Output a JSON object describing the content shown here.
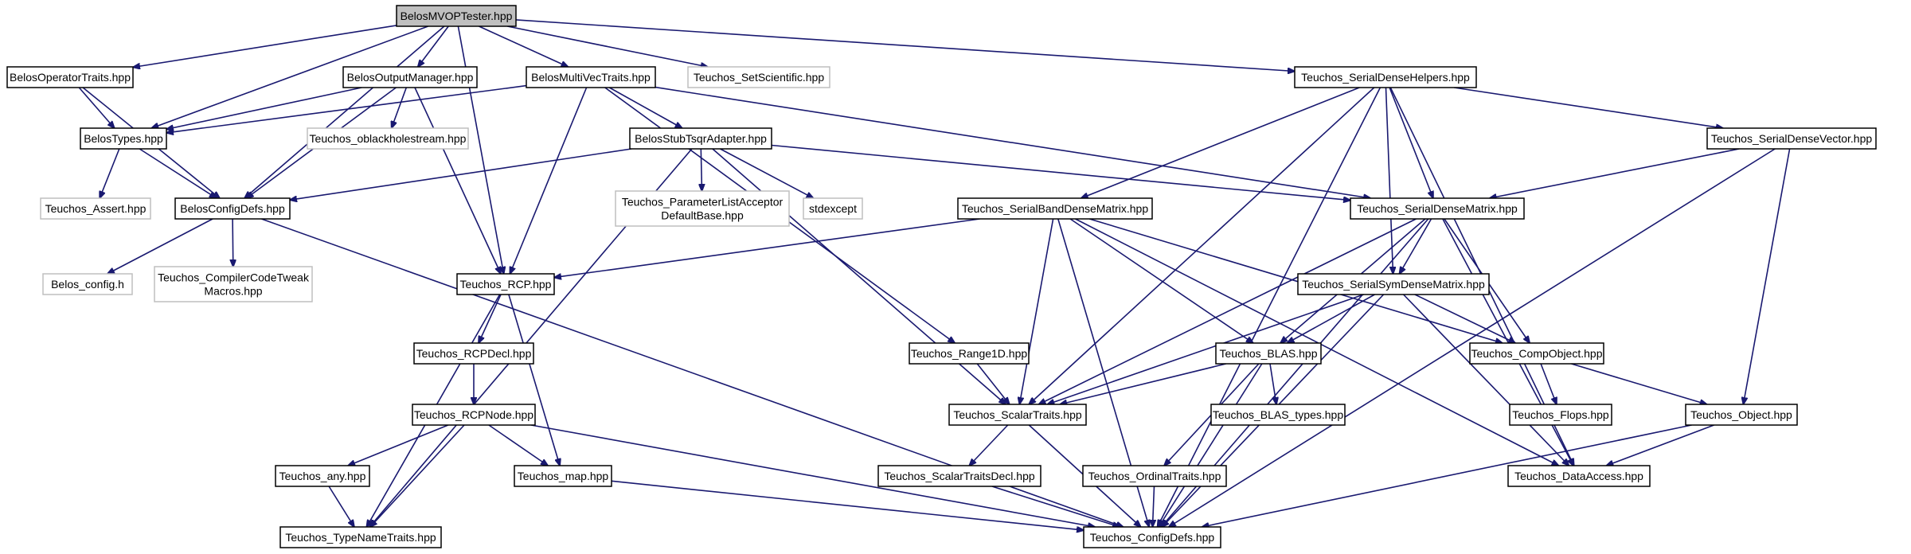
{
  "nodes": [
    {
      "id": "root",
      "lines": [
        "BelosMVOPTester.hpp"
      ],
      "style": "root"
    },
    {
      "id": "optraits",
      "lines": [
        "BelosOperatorTraits.hpp"
      ],
      "style": "normal"
    },
    {
      "id": "outmgr",
      "lines": [
        "BelosOutputManager.hpp"
      ],
      "style": "normal"
    },
    {
      "id": "mvtraits",
      "lines": [
        "BelosMultiVecTraits.hpp"
      ],
      "style": "normal"
    },
    {
      "id": "setsci",
      "lines": [
        "Teuchos_SetScientific.hpp"
      ],
      "style": "ext"
    },
    {
      "id": "sdhelpers",
      "lines": [
        "Teuchos_SerialDenseHelpers.hpp"
      ],
      "style": "normal"
    },
    {
      "id": "belostypes",
      "lines": [
        "BelosTypes.hpp"
      ],
      "style": "normal"
    },
    {
      "id": "oblack",
      "lines": [
        "Teuchos_oblackholestream.hpp"
      ],
      "style": "ext"
    },
    {
      "id": "stubtsqr",
      "lines": [
        "BelosStubTsqrAdapter.hpp"
      ],
      "style": "normal"
    },
    {
      "id": "sdvector",
      "lines": [
        "Teuchos_SerialDenseVector.hpp"
      ],
      "style": "normal"
    },
    {
      "id": "assert",
      "lines": [
        "Teuchos_Assert.hpp"
      ],
      "style": "ext"
    },
    {
      "id": "belosconfig",
      "lines": [
        "BelosConfigDefs.hpp"
      ],
      "style": "normal"
    },
    {
      "id": "plistacc",
      "lines": [
        "Teuchos_ParameterListAcceptor",
        "DefaultBase.hpp"
      ],
      "style": "ext"
    },
    {
      "id": "stdexcept",
      "lines": [
        "stdexcept"
      ],
      "style": "ext"
    },
    {
      "id": "sbdm",
      "lines": [
        "Teuchos_SerialBandDenseMatrix.hpp"
      ],
      "style": "normal"
    },
    {
      "id": "sdm",
      "lines": [
        "Teuchos_SerialDenseMatrix.hpp"
      ],
      "style": "normal"
    },
    {
      "id": "belosconfigh",
      "lines": [
        "Belos_config.h"
      ],
      "style": "ext"
    },
    {
      "id": "compilertweak",
      "lines": [
        "Teuchos_CompilerCodeTweak",
        "Macros.hpp"
      ],
      "style": "ext"
    },
    {
      "id": "rcp",
      "lines": [
        "Teuchos_RCP.hpp"
      ],
      "style": "normal"
    },
    {
      "id": "ssdm",
      "lines": [
        "Teuchos_SerialSymDenseMatrix.hpp"
      ],
      "style": "normal"
    },
    {
      "id": "rcpdecl",
      "lines": [
        "Teuchos_RCPDecl.hpp"
      ],
      "style": "normal"
    },
    {
      "id": "range1d",
      "lines": [
        "Teuchos_Range1D.hpp"
      ],
      "style": "normal"
    },
    {
      "id": "blas",
      "lines": [
        "Teuchos_BLAS.hpp"
      ],
      "style": "normal"
    },
    {
      "id": "compobj",
      "lines": [
        "Teuchos_CompObject.hpp"
      ],
      "style": "normal"
    },
    {
      "id": "rcpnode",
      "lines": [
        "Teuchos_RCPNode.hpp"
      ],
      "style": "normal"
    },
    {
      "id": "scalartraits",
      "lines": [
        "Teuchos_ScalarTraits.hpp"
      ],
      "style": "normal"
    },
    {
      "id": "blastypes",
      "lines": [
        "Teuchos_BLAS_types.hpp"
      ],
      "style": "normal"
    },
    {
      "id": "flops",
      "lines": [
        "Teuchos_Flops.hpp"
      ],
      "style": "normal"
    },
    {
      "id": "object",
      "lines": [
        "Teuchos_Object.hpp"
      ],
      "style": "normal"
    },
    {
      "id": "any",
      "lines": [
        "Teuchos_any.hpp"
      ],
      "style": "normal"
    },
    {
      "id": "map",
      "lines": [
        "Teuchos_map.hpp"
      ],
      "style": "normal"
    },
    {
      "id": "scalartraitsdecl",
      "lines": [
        "Teuchos_ScalarTraitsDecl.hpp"
      ],
      "style": "normal"
    },
    {
      "id": "ordinaltraits",
      "lines": [
        "Teuchos_OrdinalTraits.hpp"
      ],
      "style": "normal"
    },
    {
      "id": "dataaccess",
      "lines": [
        "Teuchos_DataAccess.hpp"
      ],
      "style": "normal"
    },
    {
      "id": "typenametraits",
      "lines": [
        "Teuchos_TypeNameTraits.hpp"
      ],
      "style": "normal"
    },
    {
      "id": "configdefs",
      "lines": [
        "Teuchos_ConfigDefs.hpp"
      ],
      "style": "normal"
    }
  ],
  "edges": [
    [
      "root",
      "optraits"
    ],
    [
      "root",
      "outmgr"
    ],
    [
      "root",
      "mvtraits"
    ],
    [
      "root",
      "setsci"
    ],
    [
      "root",
      "sdhelpers"
    ],
    [
      "root",
      "belostypes"
    ],
    [
      "root",
      "belosconfig"
    ],
    [
      "root",
      "rcp"
    ],
    [
      "optraits",
      "belostypes"
    ],
    [
      "optraits",
      "belosconfig"
    ],
    [
      "outmgr",
      "belostypes"
    ],
    [
      "outmgr",
      "oblack"
    ],
    [
      "outmgr",
      "belosconfig"
    ],
    [
      "outmgr",
      "rcp"
    ],
    [
      "mvtraits",
      "belostypes"
    ],
    [
      "mvtraits",
      "stubtsqr"
    ],
    [
      "mvtraits",
      "rcp"
    ],
    [
      "mvtraits",
      "range1d"
    ],
    [
      "mvtraits",
      "sdm"
    ],
    [
      "belostypes",
      "assert"
    ],
    [
      "belostypes",
      "belosconfig"
    ],
    [
      "belosconfig",
      "belosconfigh"
    ],
    [
      "belosconfig",
      "compilertweak"
    ],
    [
      "belosconfig",
      "configdefs"
    ],
    [
      "stubtsqr",
      "belosconfig"
    ],
    [
      "stubtsqr",
      "plistacc"
    ],
    [
      "stubtsqr",
      "stdexcept"
    ],
    [
      "stubtsqr",
      "sdm"
    ],
    [
      "stubtsqr",
      "scalartraits"
    ],
    [
      "stubtsqr",
      "typenametraits"
    ],
    [
      "sdhelpers",
      "sbdm"
    ],
    [
      "sdhelpers",
      "sdm"
    ],
    [
      "sdhelpers",
      "ssdm"
    ],
    [
      "sdhelpers",
      "sdvector"
    ],
    [
      "sdhelpers",
      "scalartraits"
    ],
    [
      "sdhelpers",
      "dataaccess"
    ],
    [
      "sdhelpers",
      "configdefs"
    ],
    [
      "sdvector",
      "sdm"
    ],
    [
      "sdvector",
      "object"
    ],
    [
      "sdvector",
      "configdefs"
    ],
    [
      "sbdm",
      "rcp"
    ],
    [
      "sbdm",
      "blas"
    ],
    [
      "sbdm",
      "compobj"
    ],
    [
      "sbdm",
      "scalartraits"
    ],
    [
      "sbdm",
      "dataaccess"
    ],
    [
      "sbdm",
      "configdefs"
    ],
    [
      "sdm",
      "ssdm"
    ],
    [
      "sdm",
      "blas"
    ],
    [
      "sdm",
      "compobj"
    ],
    [
      "sdm",
      "scalartraits"
    ],
    [
      "sdm",
      "dataaccess"
    ],
    [
      "sdm",
      "configdefs"
    ],
    [
      "ssdm",
      "blas"
    ],
    [
      "ssdm",
      "compobj"
    ],
    [
      "ssdm",
      "scalartraits"
    ],
    [
      "ssdm",
      "dataaccess"
    ],
    [
      "ssdm",
      "configdefs"
    ],
    [
      "rcp",
      "rcpdecl"
    ],
    [
      "rcp",
      "map"
    ],
    [
      "rcp",
      "typenametraits"
    ],
    [
      "rcpdecl",
      "rcpnode"
    ],
    [
      "rcpnode",
      "any"
    ],
    [
      "rcpnode",
      "map"
    ],
    [
      "rcpnode",
      "typenametraits"
    ],
    [
      "rcpnode",
      "configdefs"
    ],
    [
      "any",
      "typenametraits"
    ],
    [
      "map",
      "configdefs"
    ],
    [
      "range1d",
      "scalartraits"
    ],
    [
      "blas",
      "scalartraits"
    ],
    [
      "blas",
      "blastypes"
    ],
    [
      "blas",
      "ordinaltraits"
    ],
    [
      "blas",
      "configdefs"
    ],
    [
      "compobj",
      "flops"
    ],
    [
      "compobj",
      "object"
    ],
    [
      "scalartraits",
      "scalartraitsdecl"
    ],
    [
      "scalartraits",
      "configdefs"
    ],
    [
      "scalartraitsdecl",
      "configdefs"
    ],
    [
      "ordinaltraits",
      "configdefs"
    ],
    [
      "object",
      "dataaccess"
    ],
    [
      "object",
      "configdefs"
    ]
  ]
}
